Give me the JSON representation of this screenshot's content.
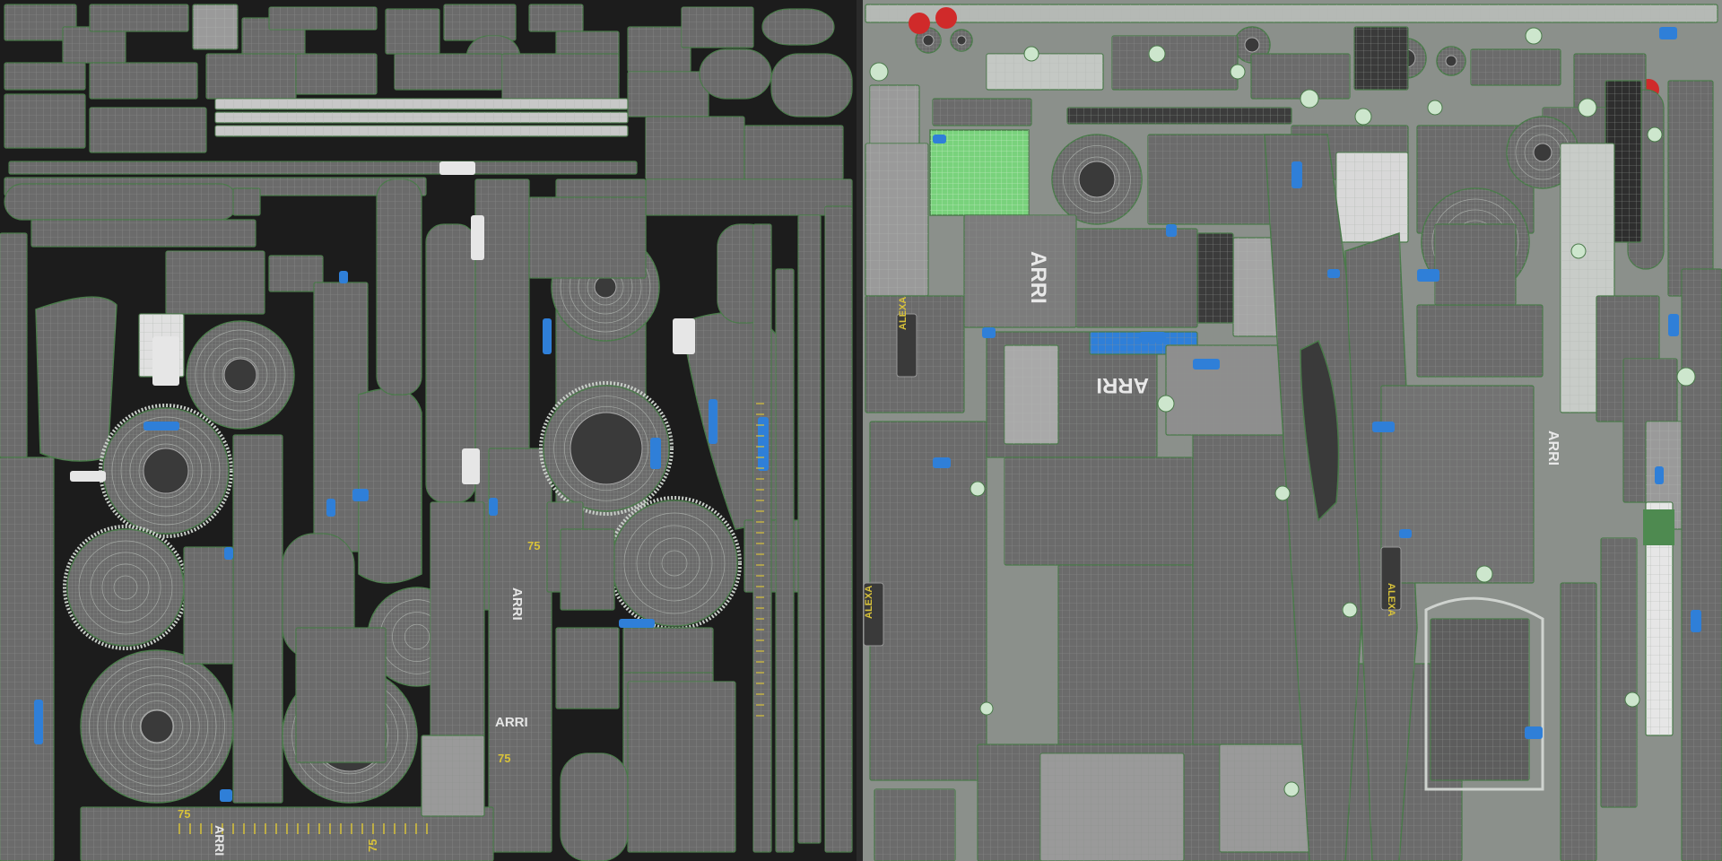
{
  "texture": {
    "left_panel_labels": {
      "arri_gear_ring": "ARRI",
      "arri_bottom_strip": "ARRI",
      "arri_lens_barrel": "ARRI",
      "focus_mark_75_a": "75",
      "focus_mark_75_b": "75",
      "focus_mark_75_c": "75",
      "focus_mark_75_d": "75"
    },
    "right_panel_labels": {
      "arri_top_plate": "ARRI",
      "arri_body_side": "ARRI",
      "arri_handle": "ARRI",
      "alexa_badge_a": "ALEXA",
      "alexa_badge_b": "ALEXA",
      "alexa_badge_c": "ALEXA"
    }
  },
  "colors": {
    "background": "#1b1b1b",
    "island_fill": "#6b6b6b",
    "island_dark": "#505050",
    "island_light": "#8c8c8c",
    "wire": "#9aa09a",
    "seam_green": "#4a7a4a",
    "accent_blue": "#2f7fd8",
    "accent_red": "#d02a2a",
    "accent_green": "#79d27c",
    "accent_yellow": "#d8c23a",
    "right_bg": "#8a8f8a"
  }
}
